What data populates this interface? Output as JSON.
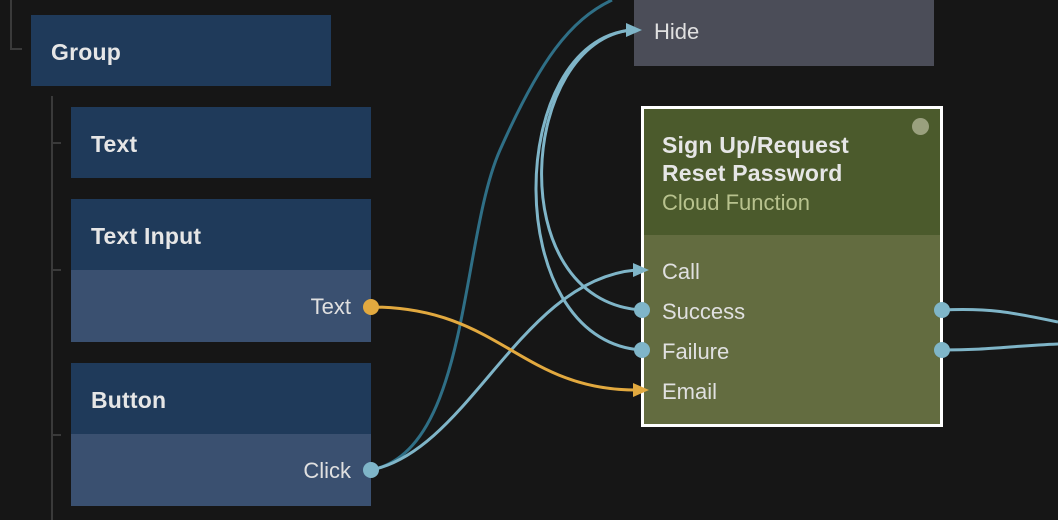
{
  "colors": {
    "canvas_bg": "#161616",
    "component_node": "#1f3a5a",
    "component_port_area": "#3a5070",
    "visual_node_hide": "#4b4d58",
    "function_header": "#4b5a2c",
    "function_body": "#636c40",
    "function_border": "#ffffff",
    "wire_signal": "#7fb5c8",
    "wire_dark": "#2f6f86",
    "wire_string": "#e2a93f"
  },
  "tree": {
    "group": {
      "title": "Group"
    },
    "text": {
      "title": "Text"
    },
    "text_input": {
      "title": "Text Input",
      "ports": [
        "Text"
      ]
    },
    "button": {
      "title": "Button",
      "ports": [
        "Click"
      ]
    }
  },
  "hide_node": {
    "label": "Hide"
  },
  "function_node": {
    "title_line1": "Sign Up/Request",
    "title_line2": "Reset Password",
    "subtitle": "Cloud Function",
    "inputs": [
      "Call",
      "Success",
      "Failure",
      "Email"
    ],
    "status_icon": "circle-indicator-icon"
  }
}
